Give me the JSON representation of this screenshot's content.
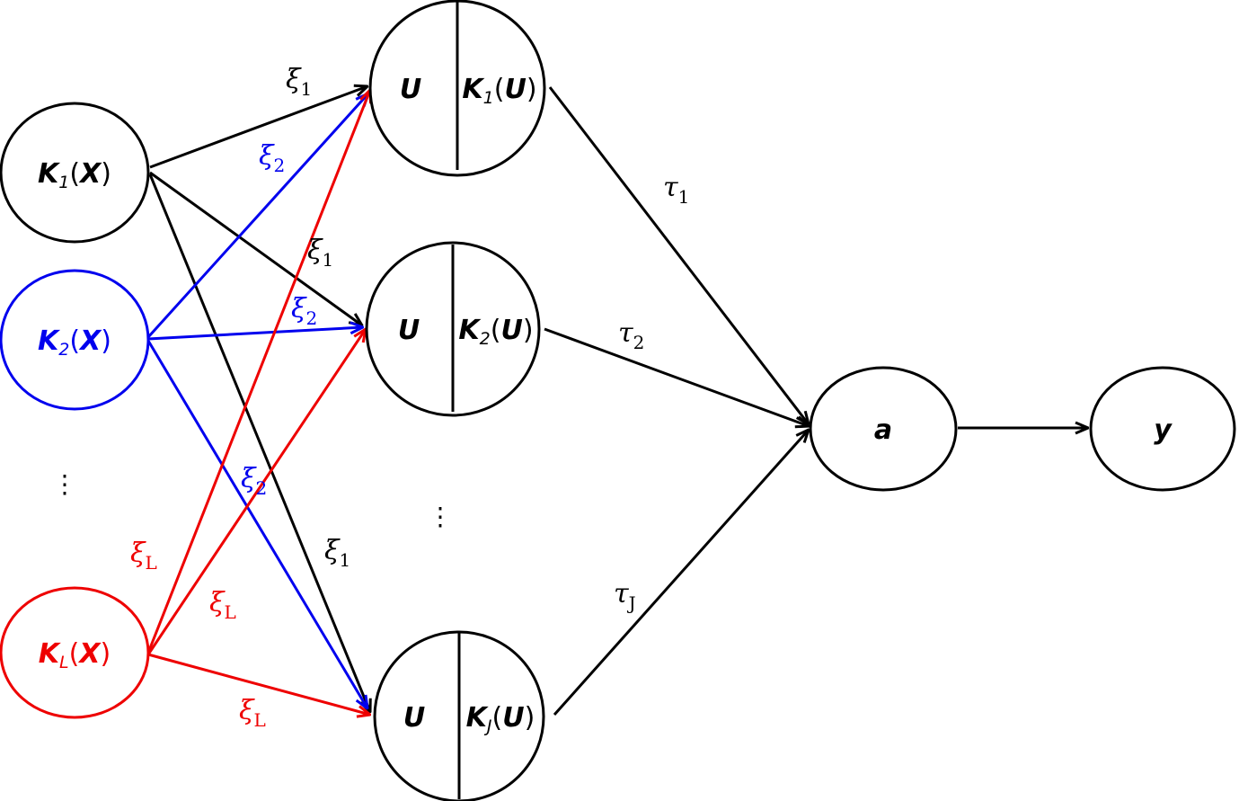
{
  "colors": {
    "black": "#000000",
    "blue": "#0000ee",
    "red": "#ee0000"
  },
  "nodes": {
    "k1x": {
      "main": "K",
      "sub": "1",
      "open": "(",
      "arg": "X",
      "close": ")"
    },
    "k2x": {
      "main": "K",
      "sub": "2",
      "open": "(",
      "arg": "X",
      "close": ")"
    },
    "klx": {
      "main": "K",
      "sub": "L",
      "open": "(",
      "arg": "X",
      "close": ")"
    },
    "k1u": {
      "left": "U",
      "main": "K",
      "sub": "1",
      "open": "(",
      "arg": "U",
      "close": ")"
    },
    "k2u": {
      "left": "U",
      "main": "K",
      "sub": "2",
      "open": "(",
      "arg": "U",
      "close": ")"
    },
    "kju": {
      "left": "U",
      "main": "K",
      "sub": "J",
      "open": "(",
      "arg": "U",
      "close": ")"
    },
    "a": {
      "label": "a"
    },
    "y": {
      "label": "y"
    }
  },
  "ellipsis": {
    "inputs": "⋮",
    "hidden": "⋮"
  },
  "edge_labels": {
    "xi1_top": {
      "sym": "ξ",
      "sub": "1"
    },
    "xi2_top": {
      "sym": "ξ",
      "sub": "2"
    },
    "xi1_mid": {
      "sym": "ξ",
      "sub": "1"
    },
    "xi2_mid": {
      "sym": "ξ",
      "sub": "2"
    },
    "xi2_low": {
      "sym": "ξ",
      "sub": "2"
    },
    "xi1_low": {
      "sym": "ξ",
      "sub": "1"
    },
    "xiL_a": {
      "sym": "ξ",
      "sub": "L"
    },
    "xiL_b": {
      "sym": "ξ",
      "sub": "L"
    },
    "xiL_c": {
      "sym": "ξ",
      "sub": "L"
    },
    "tau1": {
      "sym": "τ",
      "sub": "1"
    },
    "tau2": {
      "sym": "τ",
      "sub": "2"
    },
    "tauJ": {
      "sym": "τ",
      "sub": "J"
    }
  }
}
